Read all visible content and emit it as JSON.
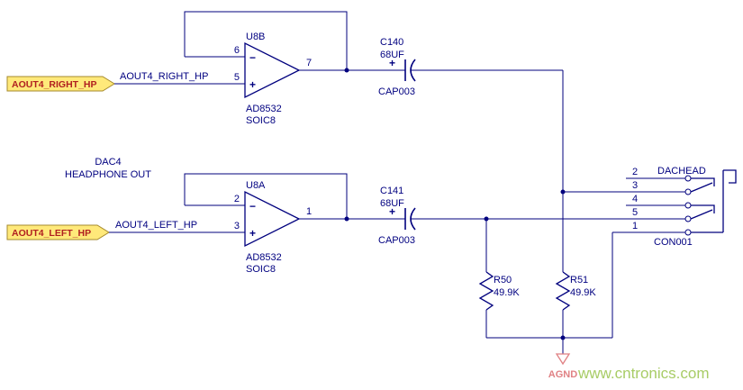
{
  "colors": {
    "wire": "#00007E",
    "component_text": "#000080",
    "net_tag_fill": "#FFE97A",
    "net_tag_border": "#A68A2D",
    "net_tag_text": "#B02020",
    "agnd": "#E08184",
    "watermark_green": "#A8CC66",
    "background": "#FFFFFF"
  },
  "title": {
    "line1": "DAC4",
    "line2": "HEADPHONE OUT"
  },
  "ports": {
    "right": "AOUT4_RIGHT_HP",
    "left": "AOUT4_LEFT_HP"
  },
  "net_labels": {
    "right": "AOUT4_RIGHT_HP",
    "left": "AOUT4_LEFT_HP"
  },
  "opamps": {
    "top": {
      "ref": "U8B",
      "part": "AD8532",
      "package": "SOIC8",
      "pin_inverting": "6",
      "pin_noninverting": "5",
      "pin_output": "7",
      "minus": "−",
      "plus": "+"
    },
    "bottom": {
      "ref": "U8A",
      "part": "AD8532",
      "package": "SOIC8",
      "pin_inverting": "2",
      "pin_noninverting": "3",
      "pin_output": "1",
      "minus": "−",
      "plus": "+"
    }
  },
  "capacitors": {
    "top": {
      "ref": "C140",
      "value": "68UF",
      "footprint": "CAP003",
      "polarity": "+"
    },
    "bottom": {
      "ref": "C141",
      "value": "68UF",
      "footprint": "CAP003",
      "polarity": "+"
    }
  },
  "resistors": {
    "r50": {
      "ref": "R50",
      "value": "49.9K"
    },
    "r51": {
      "ref": "R51",
      "value": "49.9K"
    }
  },
  "connector": {
    "net": "DACHEAD",
    "ref": "CON001",
    "pins": [
      "2",
      "3",
      "4",
      "5",
      "1"
    ]
  },
  "ground": {
    "label": "AGND"
  },
  "watermark": "www.cntronics.com"
}
